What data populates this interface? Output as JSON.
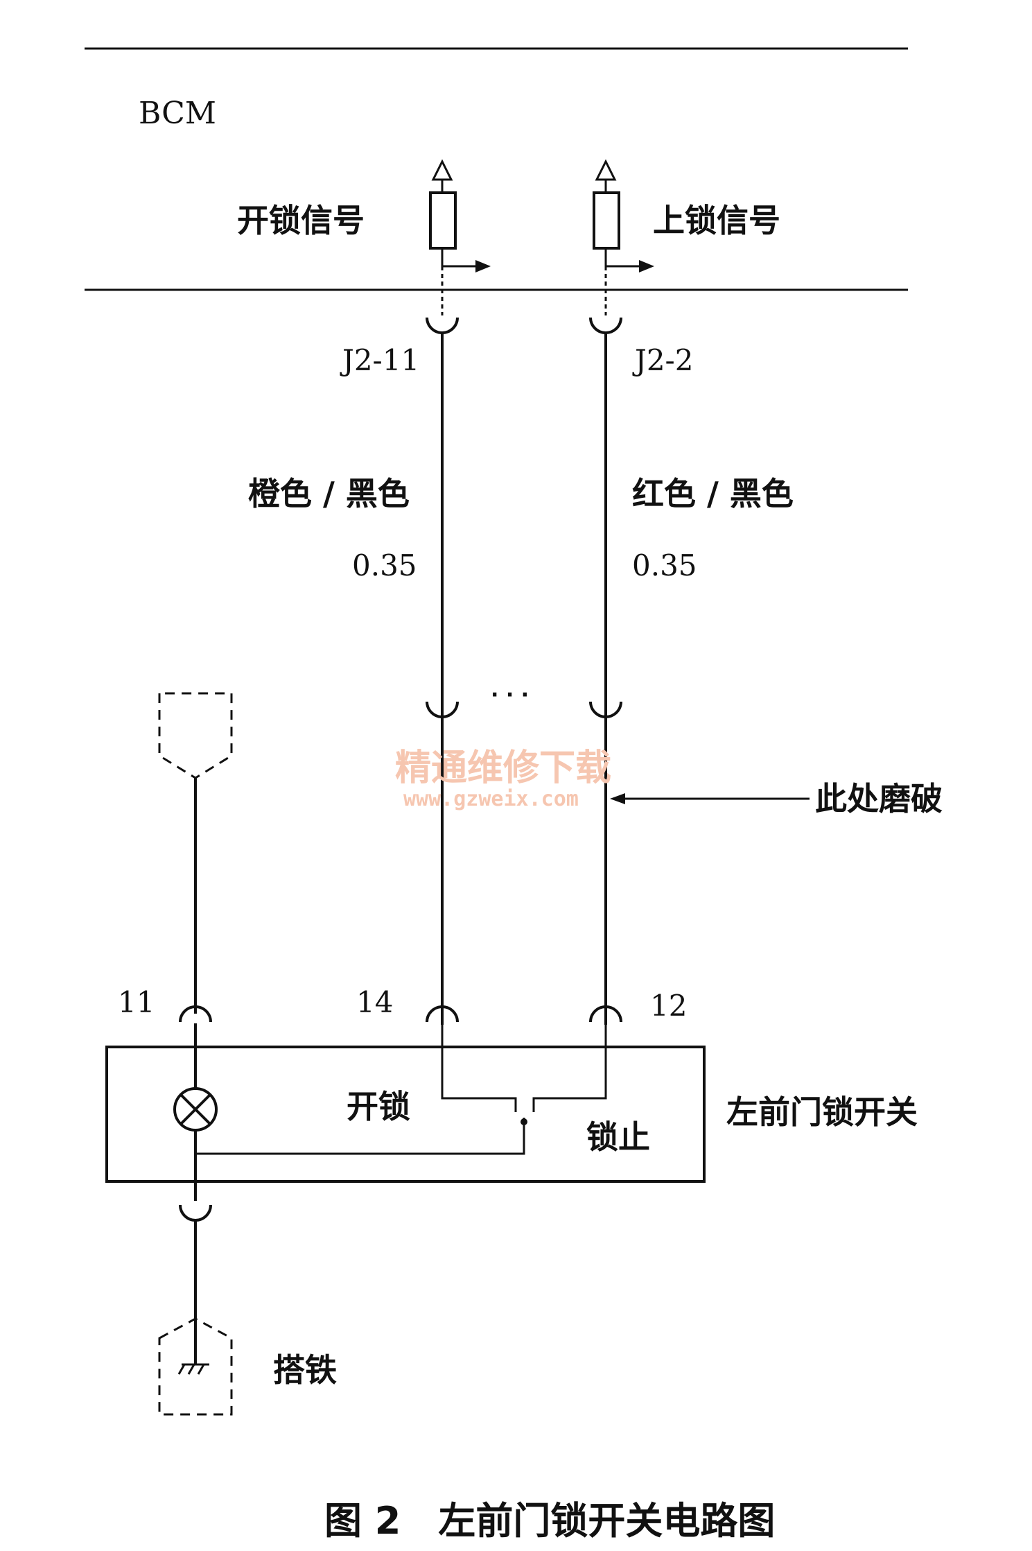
{
  "header": {
    "module": "BCM"
  },
  "signals": {
    "unlock_signal": "开锁信号",
    "lock_signal": "上锁信号"
  },
  "pins": {
    "left_bcm_pin": "J2-11",
    "right_bcm_pin": "J2-2",
    "switch_pin_lamp": "11",
    "switch_pin_unlock": "14",
    "switch_pin_lock": "12"
  },
  "wires": {
    "left_color": "橙色 / 黑色",
    "left_gauge": "0.35",
    "right_color": "红色 / 黑色",
    "right_gauge": "0.35"
  },
  "connector_gap": "· · ·",
  "callout": "此处磨破",
  "switch": {
    "name": "左前门锁开关",
    "unlock_label": "开锁",
    "lock_label": "锁止"
  },
  "ground_label": "搭铁",
  "watermark": {
    "line1": "精通维修下载",
    "line2": "www.gzweix.com"
  },
  "caption": "图 2　左前门锁开关电路图",
  "colors": {
    "line": "#111111",
    "watermark": "#f6c6b0",
    "background": "#ffffff"
  }
}
